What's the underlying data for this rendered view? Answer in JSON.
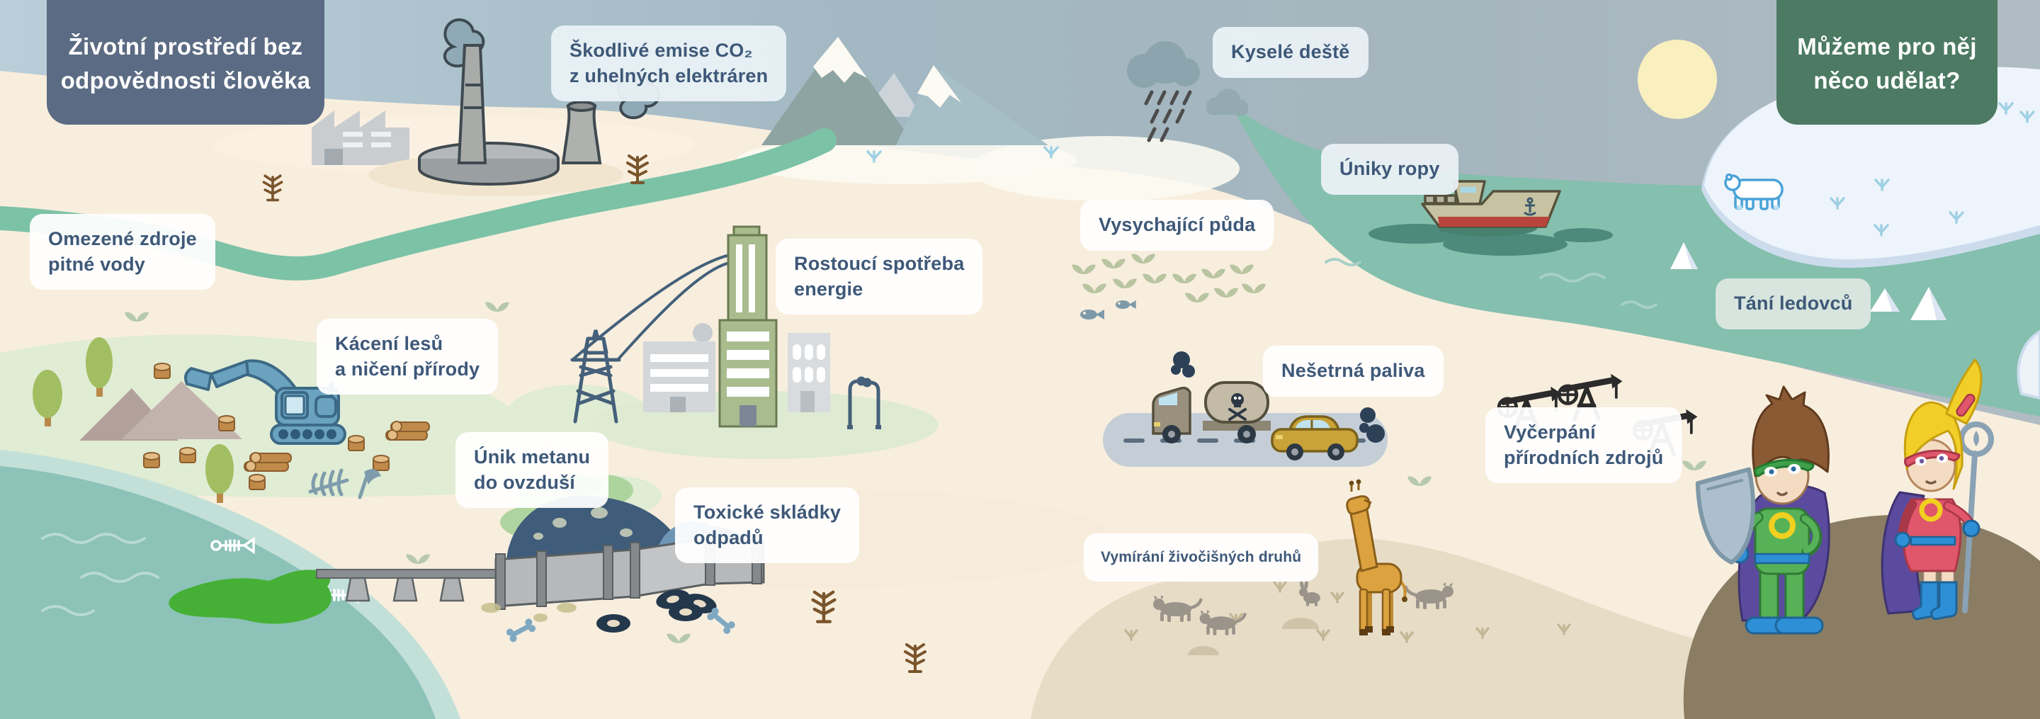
{
  "page": {
    "title_left": {
      "line1": "Životní prostředí bez",
      "line2": "odpovědnosti člověka"
    },
    "title_right": {
      "line1": "Můžeme pro něj",
      "line2": "něco udělat?"
    }
  },
  "labels": {
    "co2": {
      "line1": "Škodlivé emise CO₂",
      "line2": "z uhelných elektráren"
    },
    "acid_rain": {
      "line1": "Kyselé deště"
    },
    "oil_spills": {
      "line1": "Úniky ropy"
    },
    "drying_soil": {
      "line1": "Vysychající půda"
    },
    "limited_water": {
      "line1": "Omezené zdroje",
      "line2": "pitné vody"
    },
    "deforestation": {
      "line1": "Kácení lesů",
      "line2": "a ničení přírody"
    },
    "energy": {
      "line1": "Rostoucí spotřeba",
      "line2": "energie"
    },
    "methane": {
      "line1": "Únik metanu",
      "line2": "do ovzduší"
    },
    "toxic_waste": {
      "line1": "Toxické skládky",
      "line2": "odpadů"
    },
    "fuels": {
      "line1": "Nešetrná paliva"
    },
    "resources": {
      "line1": "Vyčerpání",
      "line2": "přírodních zdrojů"
    },
    "melting": {
      "line1": "Tání ledovců"
    },
    "extinction": {
      "line1": "Vymírání živočišných druhů"
    }
  },
  "colors": {
    "title_left_bg": "#5b6b83",
    "title_right_bg": "#4c7a63",
    "label_text": "#3e5878",
    "label_bg": "#ffffff",
    "sky": "#a9becb",
    "sand": "#f8eede",
    "sea_teal": "#85bfae",
    "field_green": "#e0ecd4",
    "pond_teal": "#8cc2b8",
    "savanna_tan": "#e7ddc7",
    "hill_brown": "#8a7d64",
    "ice_white": "#eef4fb",
    "pollution_green": "#45b035",
    "hero_suit_green": "#57b257",
    "hero_dress_red": "#e0566a",
    "cape_purple": "#5b4b9e",
    "excavator_blue": "#6aa2c0",
    "sun_yellow": "#f9efbf"
  },
  "illustration_names": [
    "sun",
    "mountains",
    "river",
    "coal-plant",
    "factory",
    "smoke",
    "acid-rain-clouds",
    "sea",
    "ice-shelf",
    "polar-bear",
    "icebergs",
    "oil-tanker-ship",
    "oil-slick",
    "dried-crops",
    "excavator",
    "trees",
    "tree-stumps",
    "logs",
    "rubble",
    "pond",
    "pollution-discharge",
    "pipeline",
    "landfill",
    "tires",
    "bones",
    "dead-trees",
    "power-pylon",
    "city-buildings",
    "street-lamps",
    "road",
    "tanker-truck",
    "car",
    "oil-pumps",
    "savanna-animals",
    "giraffe",
    "superhero-boy",
    "superhero-girl"
  ]
}
